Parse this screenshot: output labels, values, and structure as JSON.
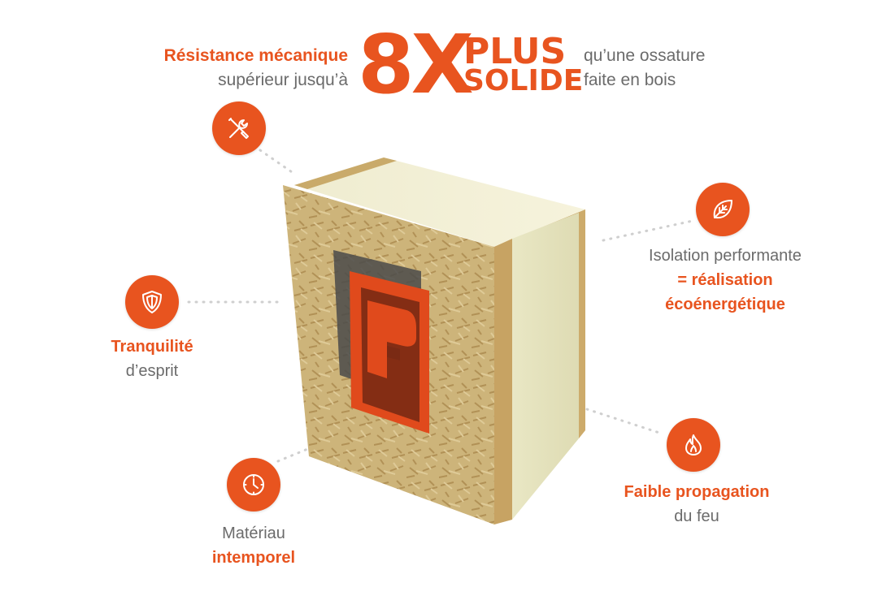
{
  "headline": {
    "left_line1": "Résistance mécanique",
    "left_line2": "supérieur jusqu’à",
    "big_number": "8X",
    "big_word1": "PLUS",
    "big_word2": "SOLIDE",
    "right_line1": "qu’une ossature",
    "right_line2": "faite en bois"
  },
  "features": {
    "tranquilite": {
      "line1": "Tranquilité",
      "line2": "d’esprit",
      "icon": "shield-icon"
    },
    "materiau": {
      "line1": "Matériau",
      "line2": "intemporel",
      "icon": "clock-icon"
    },
    "isolation": {
      "line1": "Isolation performante",
      "line2": "= réalisation",
      "line3": "écoénergétique",
      "icon": "leaf-icon"
    },
    "feu": {
      "line1": "Faible propagation",
      "line2": "du feu",
      "icon": "flame-icon"
    },
    "resistance": {
      "icon": "tools-icon"
    }
  },
  "product": {
    "description": "Panneau isolé OSB / mousse",
    "logo": "P-logo"
  },
  "colors": {
    "accent": "#e8541f",
    "text": "#6b6b6b",
    "osb": "#d2b779",
    "foam": "#eceacb"
  }
}
